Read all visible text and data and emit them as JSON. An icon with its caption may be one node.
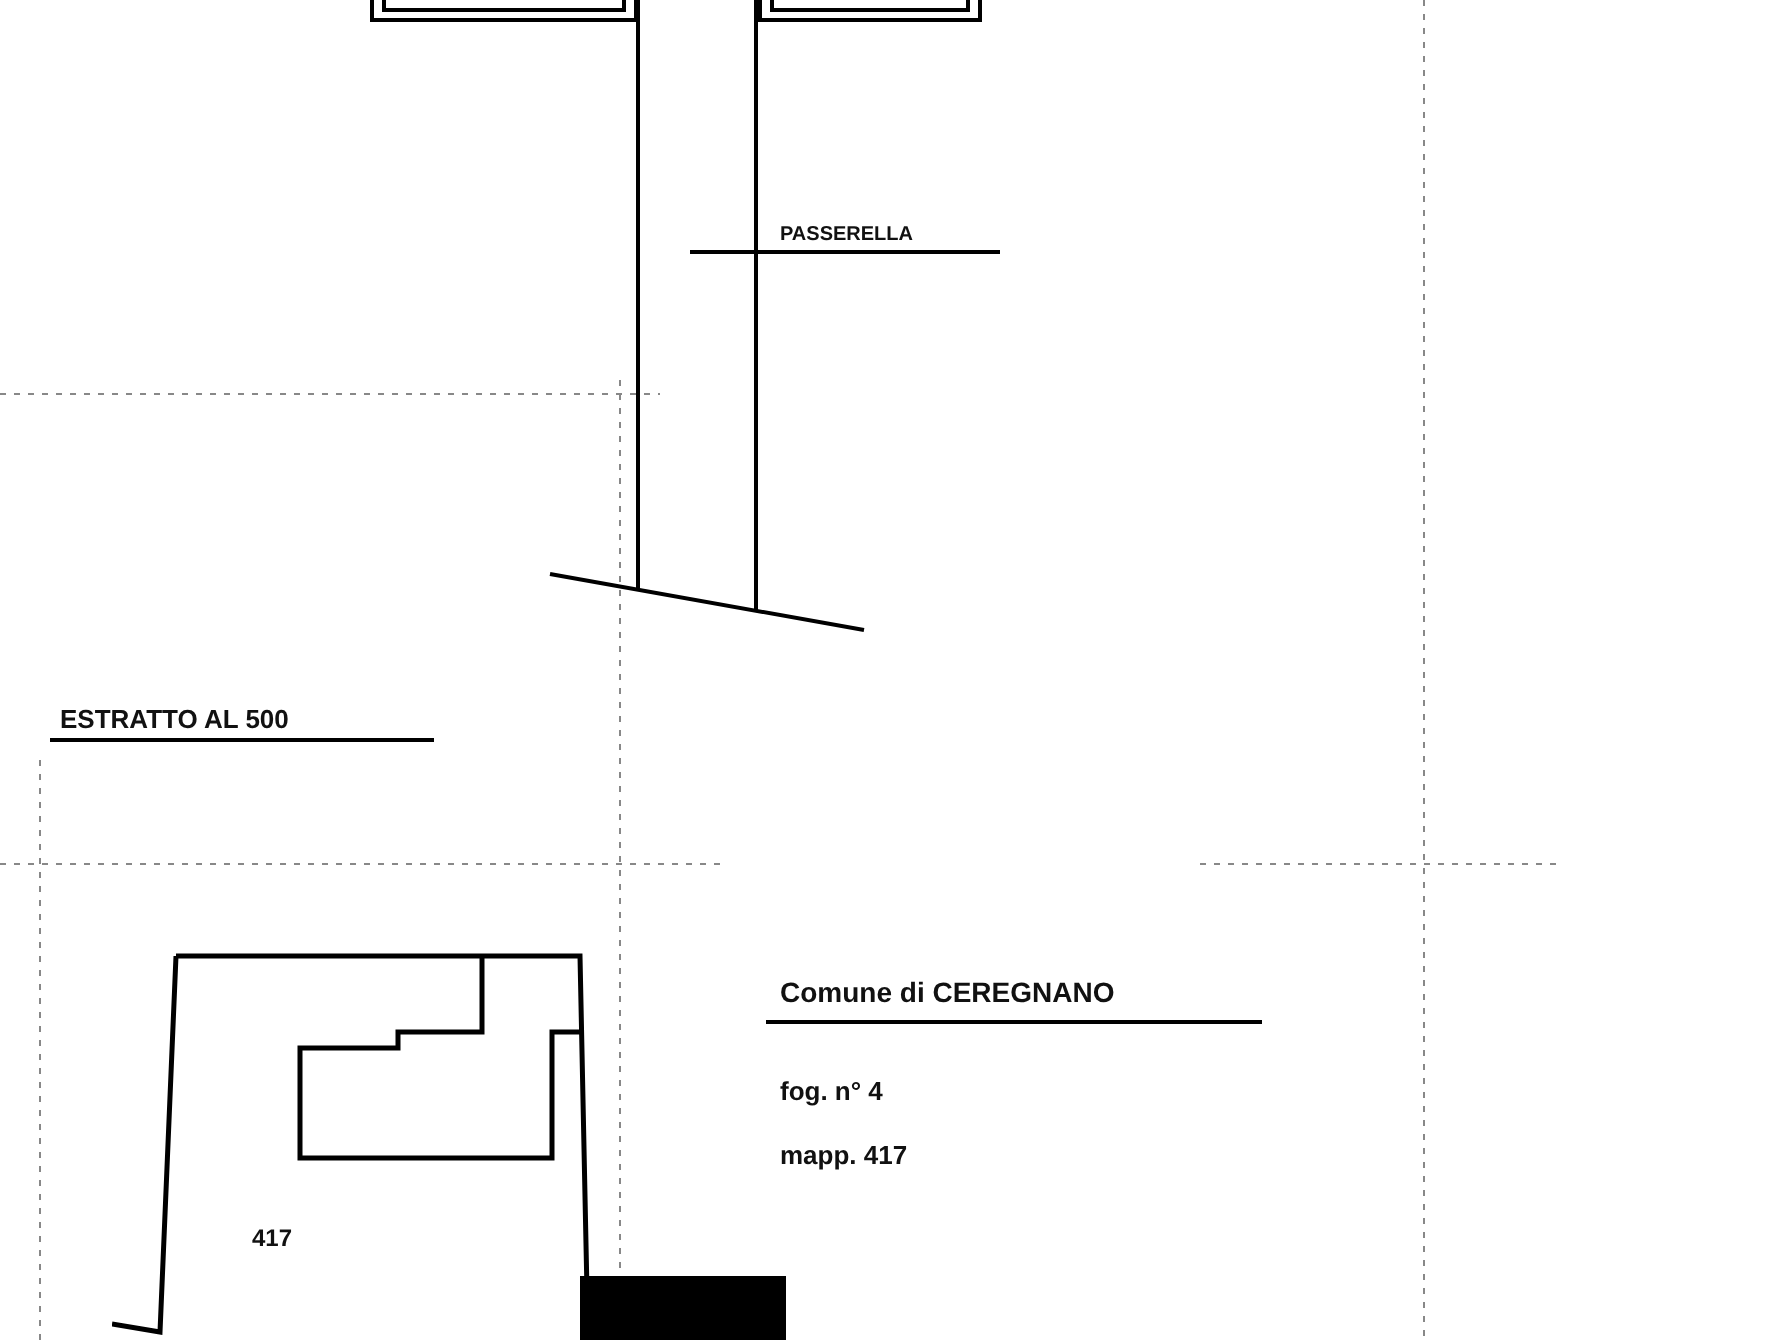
{
  "diagram": {
    "nodes": [
      {
        "text": [
          "417"
        ]
      }
    ],
    "labels": [
      "PASSERELLA",
      "ESTRATTO AL 500",
      "Comune di CEREGNANO",
      "fog. n° 4",
      "mapp. 417"
    ]
  }
}
